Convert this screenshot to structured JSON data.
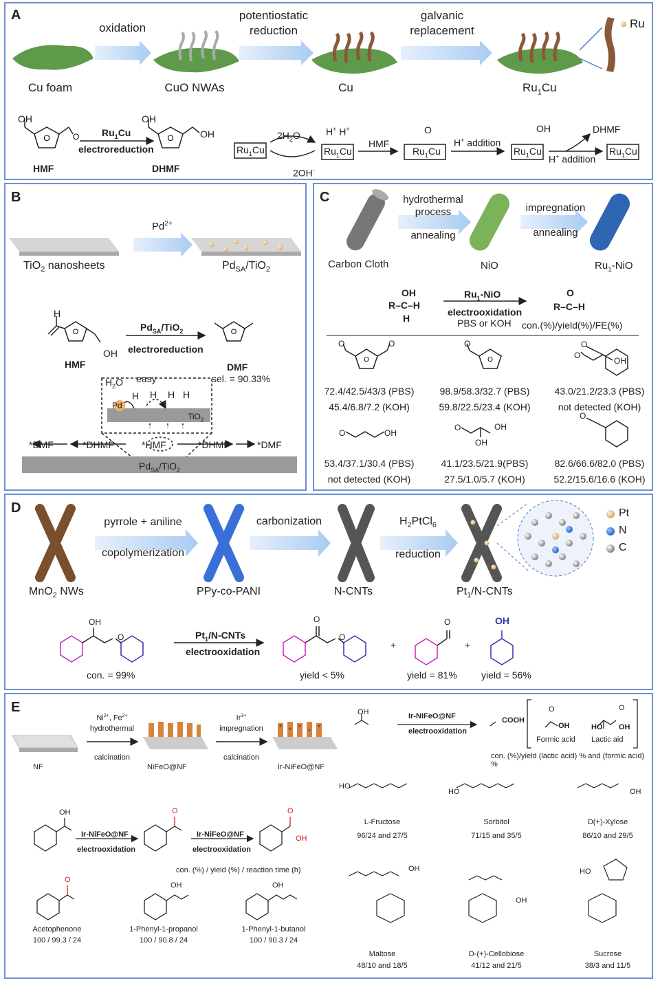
{
  "colors": {
    "border": "#6f8fd0",
    "arrow": "#bcd6f4",
    "cnt": "#555555",
    "ppy": "#3a6fd8",
    "mno2": "#7a4f2e",
    "nio": "#6aa84f",
    "ru_nio": "#2f66b3"
  },
  "panelA": {
    "label": "A",
    "steps": [
      "oxidation",
      "potentiostatic",
      "reduction",
      "galvanic",
      "replacement"
    ],
    "materials": [
      "Cu foam",
      "CuO NWAs",
      "Cu",
      "Ru",
      "Cu"
    ],
    "ru_legend": "Ru",
    "sub1": "1",
    "catalyst": "Ru",
    "catalyst2": "Cu",
    "process": "electroreduction",
    "reactant": "HMF",
    "product": "DHMF",
    "oh": "OH",
    "o": "O",
    "water": "2H",
    "water_b": "2O",
    "hydroxide": "2OH",
    "minus": "-",
    "hmf_step": "HMF",
    "h_add": "H",
    "addition": "addition",
    "dhmf_out": "DHMF",
    "box_text": "Ru",
    "box_text2": "Cu",
    "plus": "+"
  },
  "panelB": {
    "label": "B",
    "precursor": "Pd",
    "charge": "2+",
    "support": "TiO",
    "support_sub": "2",
    "support_tail": " nanosheets",
    "product_material": "Pd",
    "sa": "SA",
    "slash_tio": "/TiO",
    "catalyst": "Pd",
    "process": "electroreduction",
    "reactant": "HMF",
    "product": "DMF",
    "selectivity": "sel. = 90.33%",
    "h2o": "H",
    "h2o_b": "O",
    "easy": "easy",
    "h": "H",
    "pd": "Pd",
    "tio2": "TiO",
    "path": [
      "*DMF",
      "*DHMF",
      "*HMF",
      "*DHMF",
      "*DMF"
    ],
    "base": "Pd"
  },
  "panelC": {
    "label": "C",
    "step1": [
      "hydrothermal",
      "process",
      "annealing"
    ],
    "step2": [
      "impregnation",
      "annealing"
    ],
    "materials": [
      "Carbon Cloth",
      "NiO",
      "Ru",
      "-NiO"
    ],
    "catalyst": "Ru",
    "catalyst_tail": "-NiO",
    "process": "electrooxidation",
    "medium": "PBS or KOH",
    "metric": "con.(%)/yield(%)/FE(%)",
    "oh": "OH",
    "r": "R",
    "c": "C",
    "h": "H",
    "o": "O",
    "results": [
      [
        "72.4/42.5/43/3 (PBS)",
        "45.4/6.8/7.2 (KOH)"
      ],
      [
        "98.9/58.3/32.7 (PBS)",
        "59.8/22.5/23.4 (KOH)"
      ],
      [
        "43.0/21.2/23.3 (PBS)",
        "not detected (KOH)"
      ],
      [
        "53.4/37.1/30.4 (PBS)",
        "not detected (KOH)"
      ],
      [
        "41.1/23.5/21.9(PBS)",
        "27.5/1.0/5.7 (KOH)"
      ],
      [
        "82.6/66.6/82.0 (PBS)",
        "52.2/15.6/16.6 (KOH)"
      ]
    ]
  },
  "panelD": {
    "label": "D",
    "step1": [
      "pyrrole + aniline",
      "copolymerization"
    ],
    "step2": "carbonization",
    "step3": [
      "H",
      "PtCl",
      "reduction"
    ],
    "materials": [
      "MnO",
      " NWs",
      "PPy-co-PANI",
      "N-CNTs",
      "Pt",
      "/N-CNTs"
    ],
    "legend": [
      "Pt",
      "N",
      "C"
    ],
    "catalyst": "Pt",
    "catalyst_tail": "/N-CNTs",
    "process": "electrooxidation",
    "conversion": "con. = 99%",
    "yields": [
      "yield < 5%",
      "yield = 81%",
      "yield = 56%"
    ],
    "oh": "OH",
    "o": "O",
    "plus": "+"
  },
  "panelE": {
    "label": "E",
    "step1": [
      "Ni",
      "2+",
      ", Fe",
      "2+",
      "hydrothermal",
      "calcination"
    ],
    "step2": [
      "Ir",
      "3+",
      "impregnation",
      "calcination"
    ],
    "materials": [
      "NF",
      "NiFeO@NF",
      "Ir-NiFeO@NF"
    ],
    "catalyst": "Ir-NiFeO@NF",
    "process": "electrooxidation",
    "cooh": "COOH",
    "acids": [
      "Formic acid",
      "Lactic aid"
    ],
    "metric": "con. (%)/yield (lactic acid) % and (formic acid) %",
    "metric2": "con. (%) / yield (%) / reaction time (h)",
    "sugars": [
      {
        "name": "L-Fructose",
        "value": "96/24 and 27/5"
      },
      {
        "name": "Sorbitol",
        "value": "71/15 and 35/5"
      },
      {
        "name": "D(+)-Xylose",
        "value": "86/10 and 29/5"
      },
      {
        "name": "Maltose",
        "value": "48/10 and 18/5"
      },
      {
        "name": "D-(+)-Cellobiose",
        "value": "41/12 and 21/5"
      },
      {
        "name": "Sucrose",
        "value": "38/3 and 11/5"
      }
    ],
    "aromatics": [
      {
        "name": "Acetophenone",
        "value": "100 / 99.3 / 24"
      },
      {
        "name": "1-Phenyl-1-propanol",
        "value": "100 / 90.8 / 24"
      },
      {
        "name": "1-Phenyl-1-butanol",
        "value": "100 / 90.3 / 24"
      }
    ],
    "oh": "OH",
    "ho": "HO",
    "o": "O"
  }
}
